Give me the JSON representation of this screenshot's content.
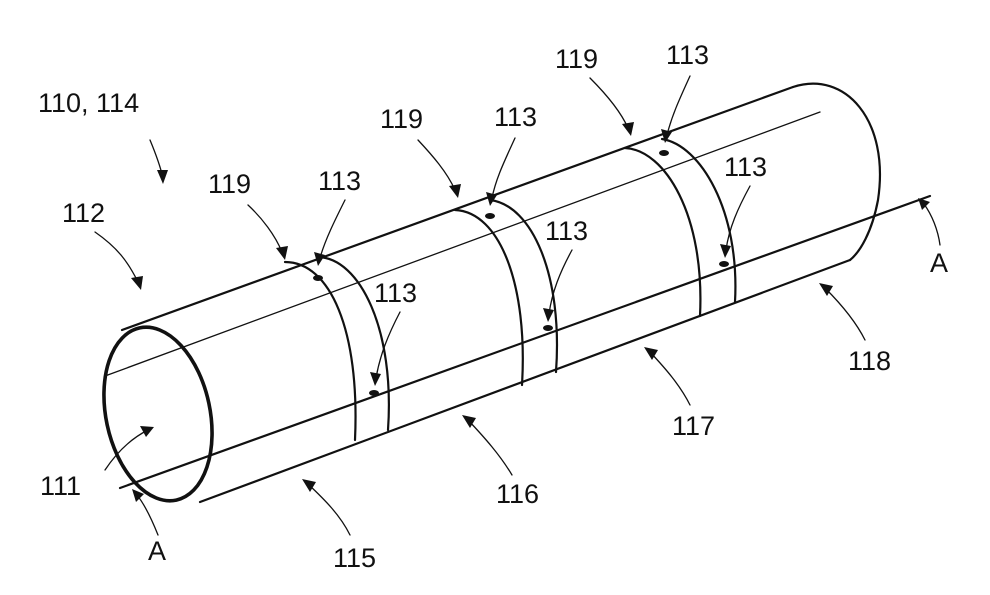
{
  "figure": {
    "labels": {
      "pipe": "110, 114",
      "outer_surface": "112",
      "bore": "111",
      "seam": "113",
      "ring_band": "119",
      "section_1": "115",
      "section_2": "116",
      "section_3": "117",
      "section_4": "118",
      "axis": "A"
    }
  }
}
